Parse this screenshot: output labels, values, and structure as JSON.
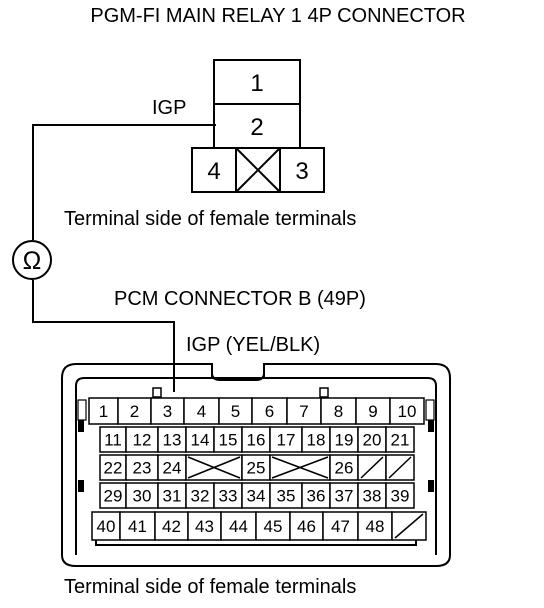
{
  "titles": {
    "relay_connector": "PGM-FI MAIN RELAY 1 4P CONNECTOR",
    "relay_caption": "Terminal side of female terminals",
    "pcm_connector": "PCM CONNECTOR B (49P)",
    "pcm_caption": "Terminal side of female terminals"
  },
  "labels": {
    "relay_wire": "IGP",
    "pcm_wire": "IGP (YEL/BLK)",
    "ohm_symbol": "Ω"
  },
  "relay_terminals": [
    "1",
    "2",
    "4",
    "3"
  ],
  "pcm_rows": [
    [
      "1",
      "2",
      "3",
      "4",
      "5",
      "6",
      "7",
      "8",
      "9",
      "10"
    ],
    [
      "11",
      "12",
      "13",
      "14",
      "15",
      "16",
      "17",
      "18",
      "19",
      "20",
      "21"
    ],
    [
      "22",
      "23",
      "24",
      "",
      "25",
      "",
      "26",
      "",
      ""
    ],
    [
      "29",
      "30",
      "31",
      "32",
      "33",
      "34",
      "35",
      "36",
      "37",
      "38",
      "39"
    ],
    [
      "40",
      "41",
      "42",
      "43",
      "44",
      "45",
      "46",
      "47",
      "48",
      ""
    ]
  ],
  "highlighted_terminals": {
    "relay": "2",
    "pcm": "3"
  }
}
